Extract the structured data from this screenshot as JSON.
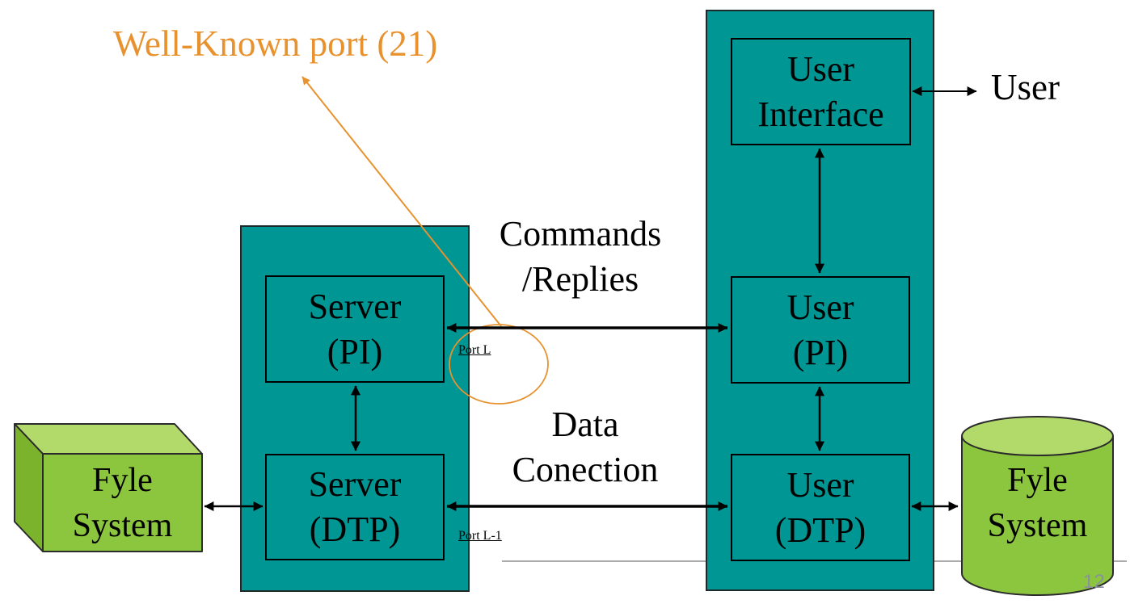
{
  "diagram": {
    "annotation": {
      "well_known_port": "Well-Known port (21)",
      "port_l": "Port L",
      "port_l_minus_1": "Port L-1"
    },
    "server_host": {
      "server_pi": {
        "line1": "Server",
        "line2": "(PI)"
      },
      "server_dtp": {
        "line1": "Server",
        "line2": "(DTP)"
      }
    },
    "user_host": {
      "user_interface": {
        "line1": "User",
        "line2": "Interface"
      },
      "user_pi": {
        "line1": "User",
        "line2": "(PI)"
      },
      "user_dtp": {
        "line1": "User",
        "line2": "(DTP)"
      }
    },
    "storage": {
      "left_file_system": {
        "line1": "Fyle",
        "line2": "System"
      },
      "right_file_system": {
        "line1": "Fyle",
        "line2": "System"
      }
    },
    "connections": {
      "commands_line1": "Commands",
      "commands_line2": "/Replies",
      "data_line1": "Data",
      "data_line2": "Conection"
    },
    "labels": {
      "user_actor": "User"
    },
    "page_number": "12",
    "colors": {
      "host_teal": "#009693",
      "storage_green": "#8cc63e",
      "storage_green_light": "#b2da6b",
      "storage_green_side": "#7cb32c",
      "annotation_orange": "#e8922f",
      "footer_line_gray": "#ababab",
      "page_number_gray": "#8a929c",
      "arrow_black": "#000000"
    }
  }
}
